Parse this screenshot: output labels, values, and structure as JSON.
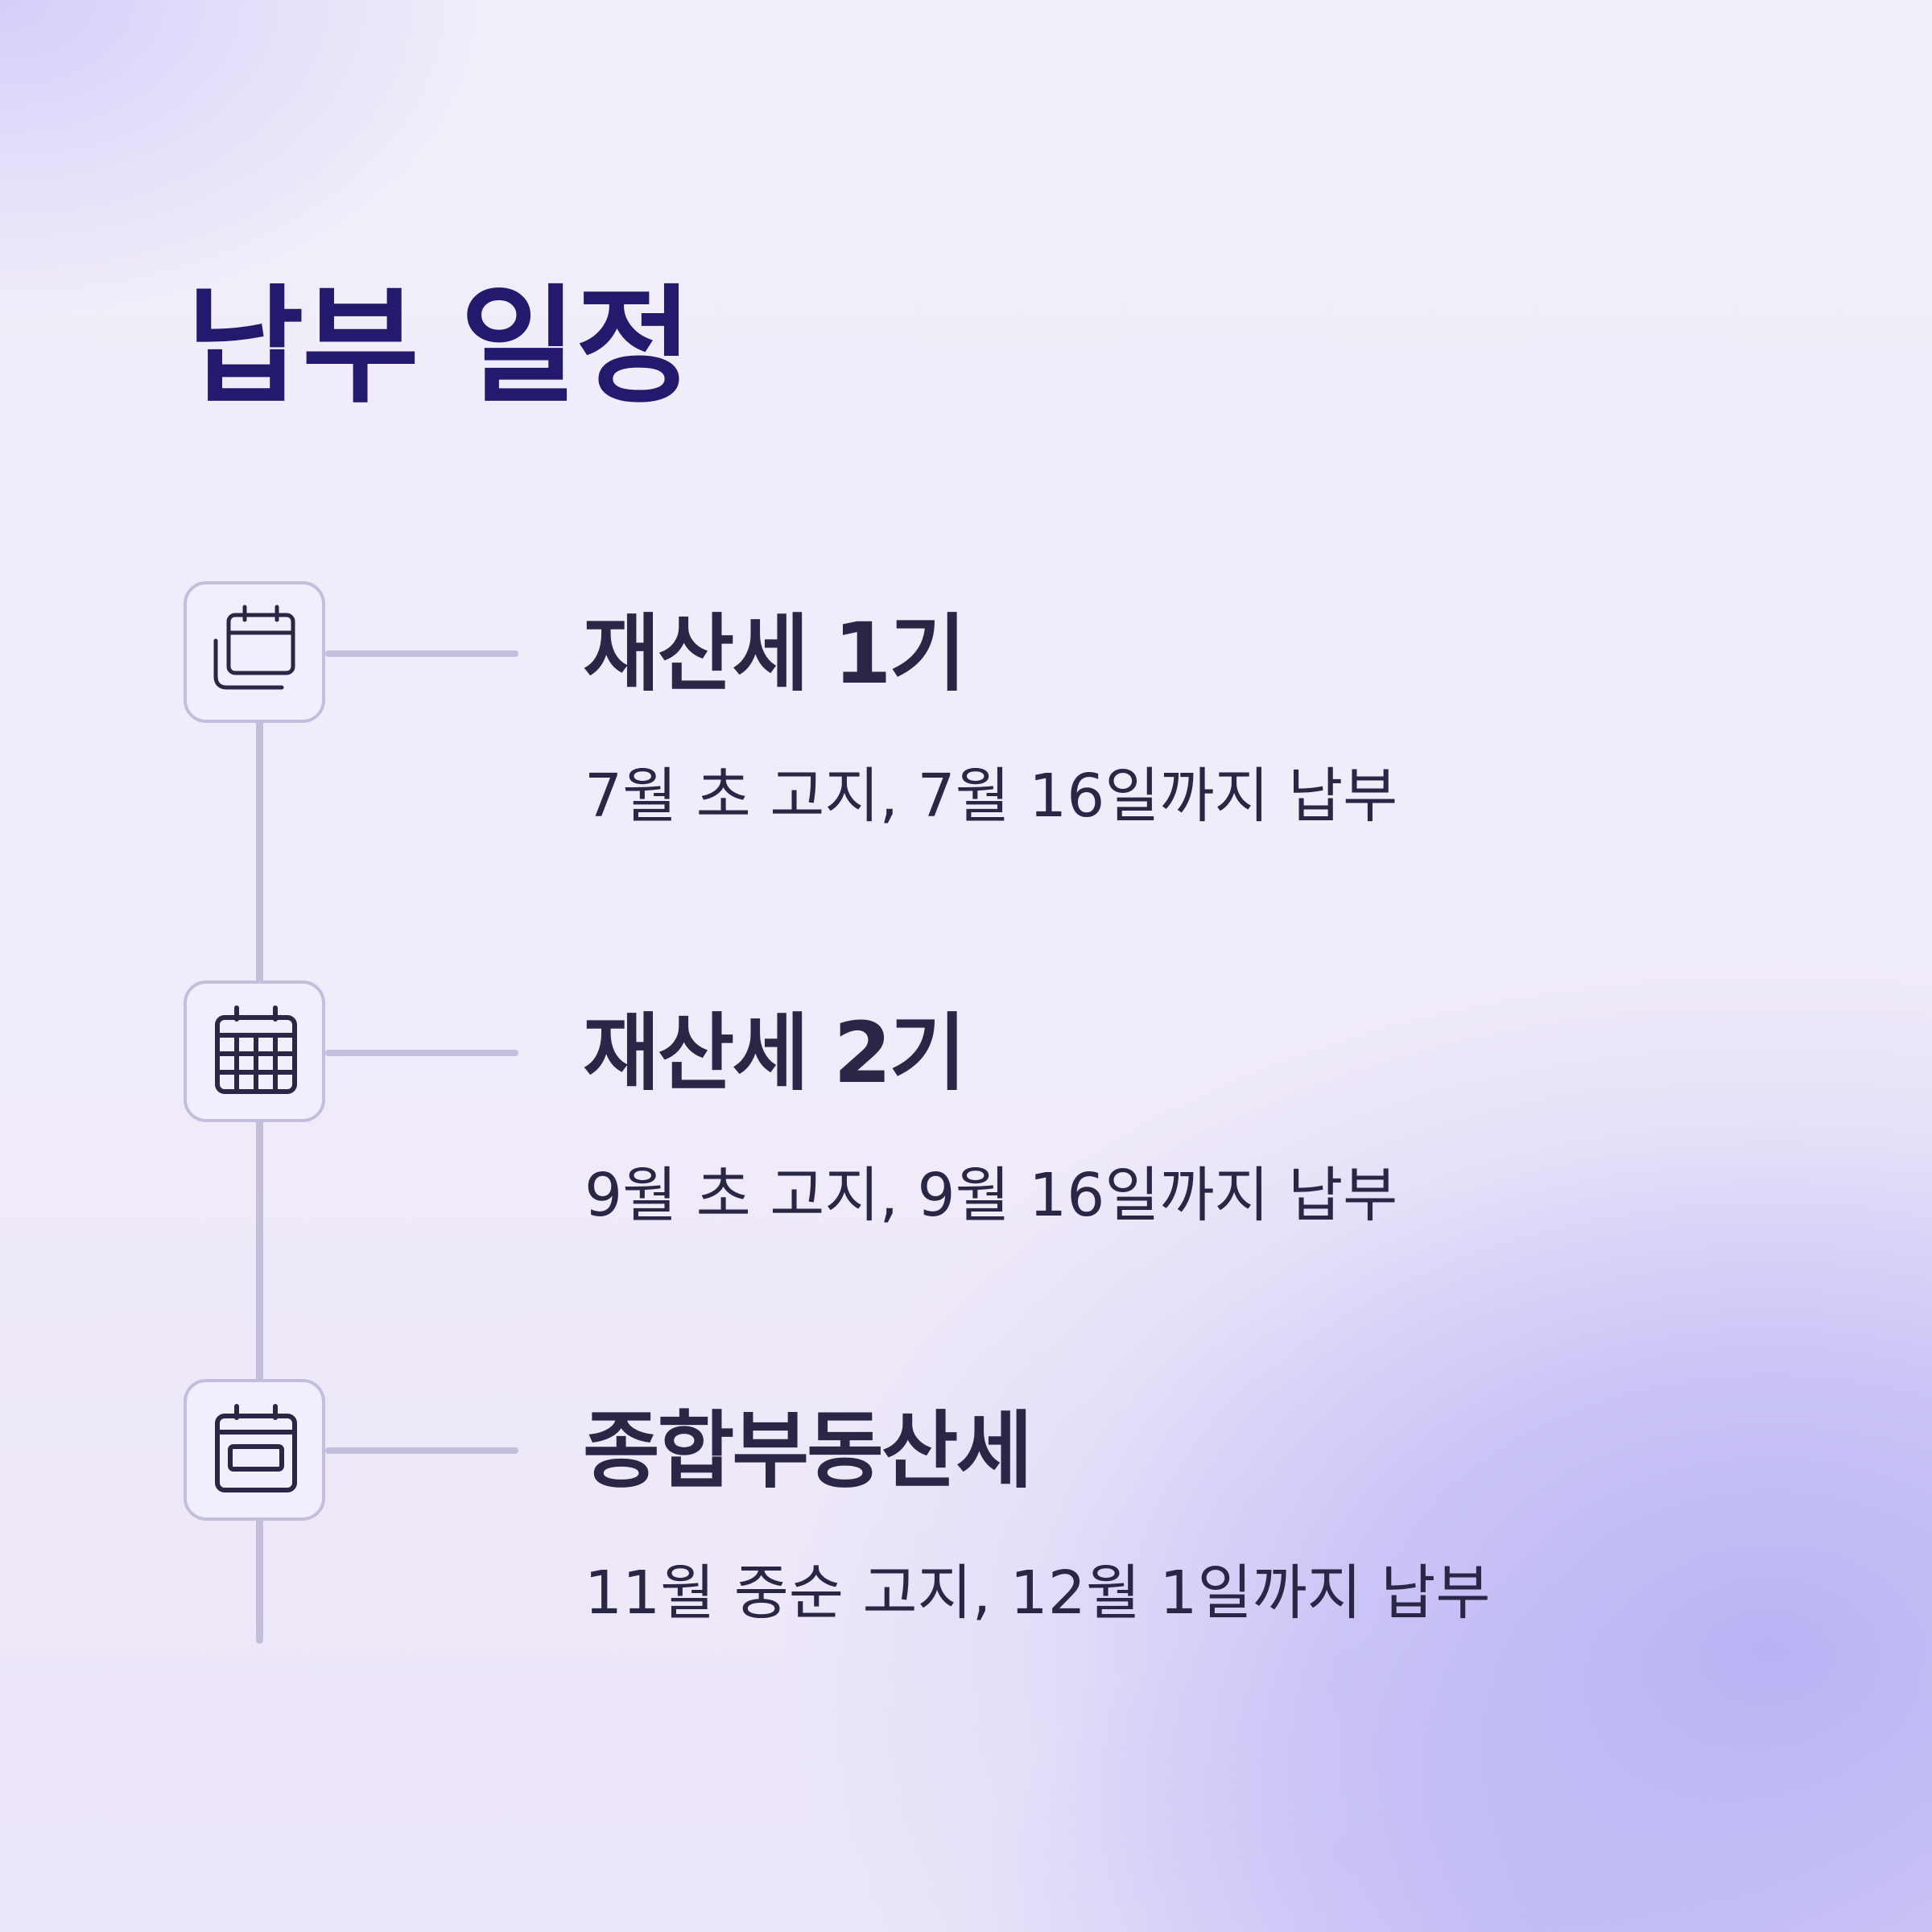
{
  "title": "납부 일정",
  "colors": {
    "title": "#231a6e",
    "text": "#2a2645",
    "line": "#c2bedc",
    "background": "#efeafa",
    "accent_gradient": "#b6b0f4"
  },
  "schedule": [
    {
      "icon": "calendar-stack-icon",
      "title": "재산세 1기",
      "desc": "7월 초 고지, 7월 16일까지 납부"
    },
    {
      "icon": "calendar-grid-icon",
      "title": "재산세 2기",
      "desc": "9월 초 고지, 9월 16일까지 납부"
    },
    {
      "icon": "calendar-event-icon",
      "title": "종합부동산세",
      "desc": "11월 중순 고지, 12월 1일까지 납부"
    }
  ]
}
